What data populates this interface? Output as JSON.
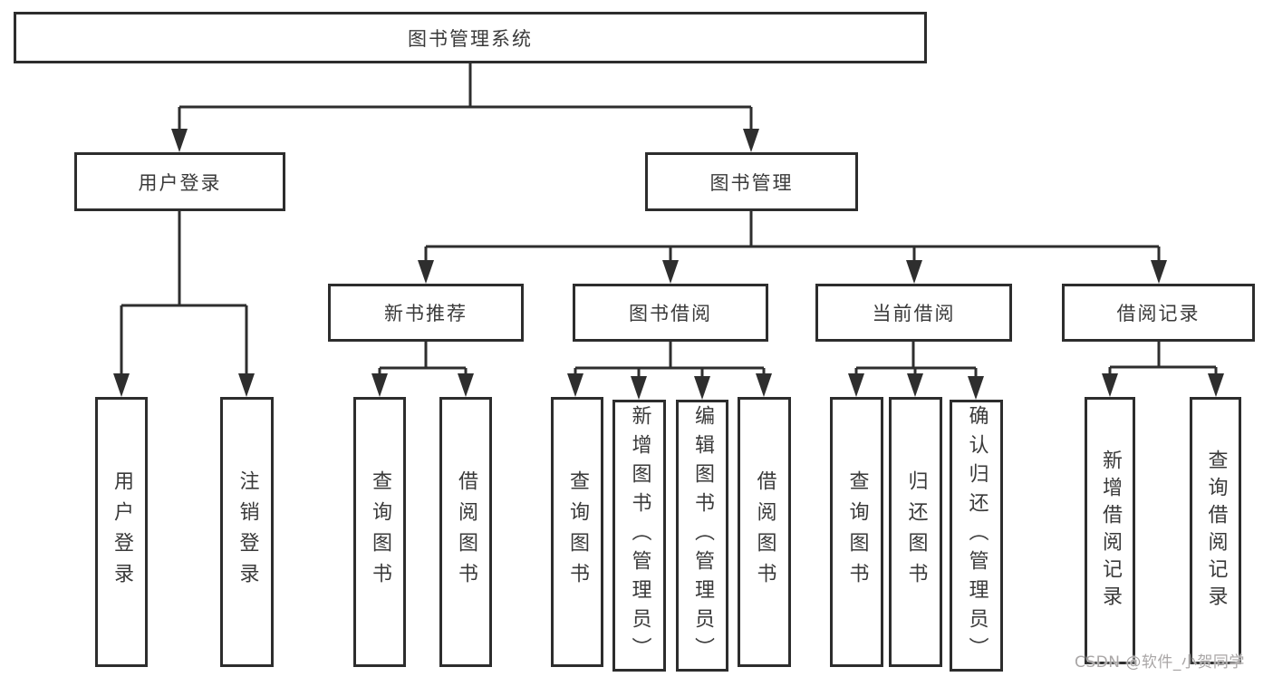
{
  "watermark": "CSDN @软件_小贺同学",
  "colors": {
    "line": "#2e2e2e",
    "text": "#3a3a3a",
    "box_background": "#ffffff",
    "watermark": "#a9a6a6"
  },
  "nodes": {
    "root": "图书管理系统",
    "user_login": "用户登录",
    "book_management": "图书管理",
    "new_book_recommend": "新书推荐",
    "book_borrow": "图书借阅",
    "current_borrow": "当前借阅",
    "borrow_records": "借阅记录"
  },
  "leaves": {
    "user_login": "用户登录",
    "logout": "注销登录",
    "recommend_query_books": "查询图书",
    "recommend_borrow_books": "借阅图书",
    "borrow_query_books": "查询图书",
    "borrow_add_books_admin": "新增图书（管理员）",
    "borrow_edit_books_admin": "编辑图书（管理员）",
    "borrow_borrow_books": "借阅图书",
    "current_query_books": "查询图书",
    "current_return_books": "归还图书",
    "current_confirm_return_admin": "确认归还（管理员）",
    "records_add_record": "新增借阅记录",
    "records_query_record": "查询借阅记录"
  },
  "hierarchy": {
    "图书管理系统": {
      "用户登录": [
        "用户登录",
        "注销登录"
      ],
      "图书管理": {
        "新书推荐": [
          "查询图书",
          "借阅图书"
        ],
        "图书借阅": [
          "查询图书",
          "新增图书（管理员）",
          "编辑图书（管理员）",
          "借阅图书"
        ],
        "当前借阅": [
          "查询图书",
          "归还图书",
          "确认归还（管理员）"
        ],
        "借阅记录": [
          "新增借阅记录",
          "查询借阅记录"
        ]
      }
    }
  }
}
